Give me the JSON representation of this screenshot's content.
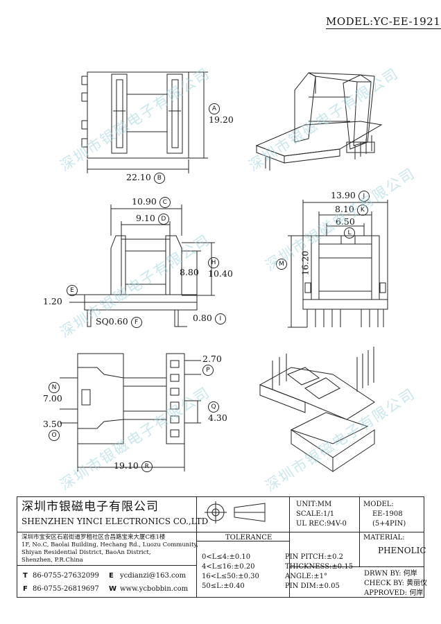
{
  "model": "MODEL:YC-EE-1921",
  "watermark": "深圳市银磁电子有限公司",
  "callouts": {
    "A": "A",
    "B": "B",
    "C": "C",
    "D": "D",
    "E": "E",
    "F": "F",
    "H": "H",
    "I": "I",
    "J": "J",
    "K": "K",
    "L": "L",
    "M": "M",
    "N": "N",
    "O": "O",
    "P": "P",
    "Q": "Q",
    "R": "R"
  },
  "dimensions": {
    "a": "19.20",
    "b": "22.10",
    "c": "10.90",
    "d": "9.10",
    "g": "8.80",
    "h": "10.40",
    "e": "1.20",
    "f": "SQ0.60",
    "i": "0.80",
    "j": "13.90",
    "k": "8.10",
    "l": "6.50",
    "m": "16.20",
    "p": "2.70",
    "n": "7.00",
    "o": "3.50",
    "q": "4.30",
    "r": "19.10"
  },
  "company": {
    "name_cn": "深圳市银磁电子有限公司",
    "name_en": "SHENZHEN YINCI ELECTRONICS CO.,LTD",
    "address_cn": "深圳市宝安区石岩街道罗租社区合昌路宝来大厦C栋1楼",
    "address_en_1": "1F, No.C, Baolai Building, Hechang Rd., Luozu Community,",
    "address_en_2": "Shiyan Residential District, BaoAn District,",
    "address_en_3": "Shenzhen, P.R.China",
    "tel": "86-0755-27632099",
    "fax": "86-0755-26819697",
    "email": "ycdianzi@163.com",
    "web": "www.ycbobbin.com",
    "tel_letter": "T",
    "fax_letter": "F",
    "email_letter": "E",
    "web_letter": "W"
  },
  "specs": {
    "unit": "UNIT:MM",
    "scale": "SCALE:1/1",
    "ul_rec": "UL REC:94V-0",
    "model_label": "MODEL:",
    "model_value": "EE-1908",
    "pins": "(5+4PIN)",
    "material_label": "MATERIAL:",
    "material_value": "PHENOLIC"
  },
  "tolerance": {
    "title": "TOLERANCE",
    "rows": [
      "0<L≤4:±0.10",
      "4<L≤16:±0.20",
      "16<L≤50:±0.30",
      "50≤L:±0.40"
    ],
    "pin_rows": [
      "PIN PITCH:±0.2",
      "THICKNESS:±0.15",
      "ANGLE:±1°",
      "PIN DIM:±0.05"
    ]
  },
  "approvals": {
    "drawn_label": "DRWN BY:",
    "drawn": "何岸",
    "check_label": "CHECK BY:",
    "check": "黄丽仪",
    "approved_label": "APPROVED:",
    "approved": "何岸"
  }
}
